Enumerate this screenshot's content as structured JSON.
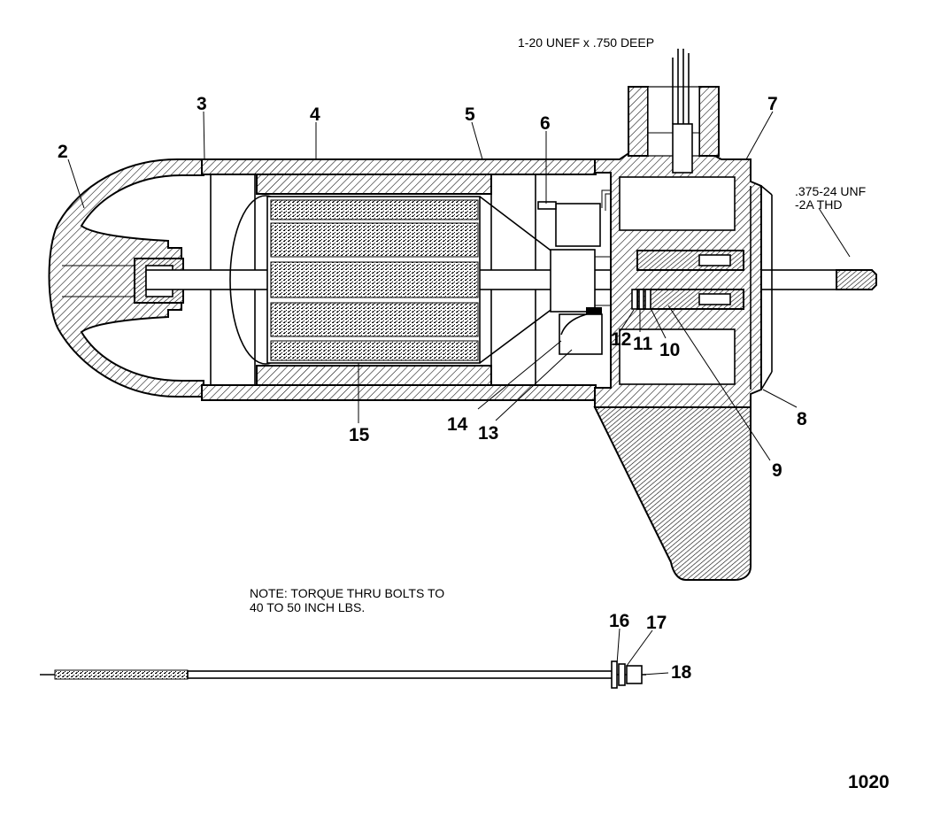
{
  "callouts": {
    "c2": "2",
    "c3": "3",
    "c4": "4",
    "c5": "5",
    "c6": "6",
    "c7": "7",
    "c8": "8",
    "c9": "9",
    "c10": "10",
    "c11": "11",
    "c12": "12",
    "c13": "13",
    "c14": "14",
    "c15": "15",
    "c16": "16",
    "c17": "17",
    "c18": "18"
  },
  "annotations": {
    "thread_top": "1-20 UNEF x .750 DEEP",
    "thread_right_1": ".375-24 UNF",
    "thread_right_2": "-2A THD",
    "note_1": "NOTE: TORQUE THRU BOLTS TO",
    "note_2": "40 TO 50 INCH LBS."
  },
  "figure_number": "1020"
}
